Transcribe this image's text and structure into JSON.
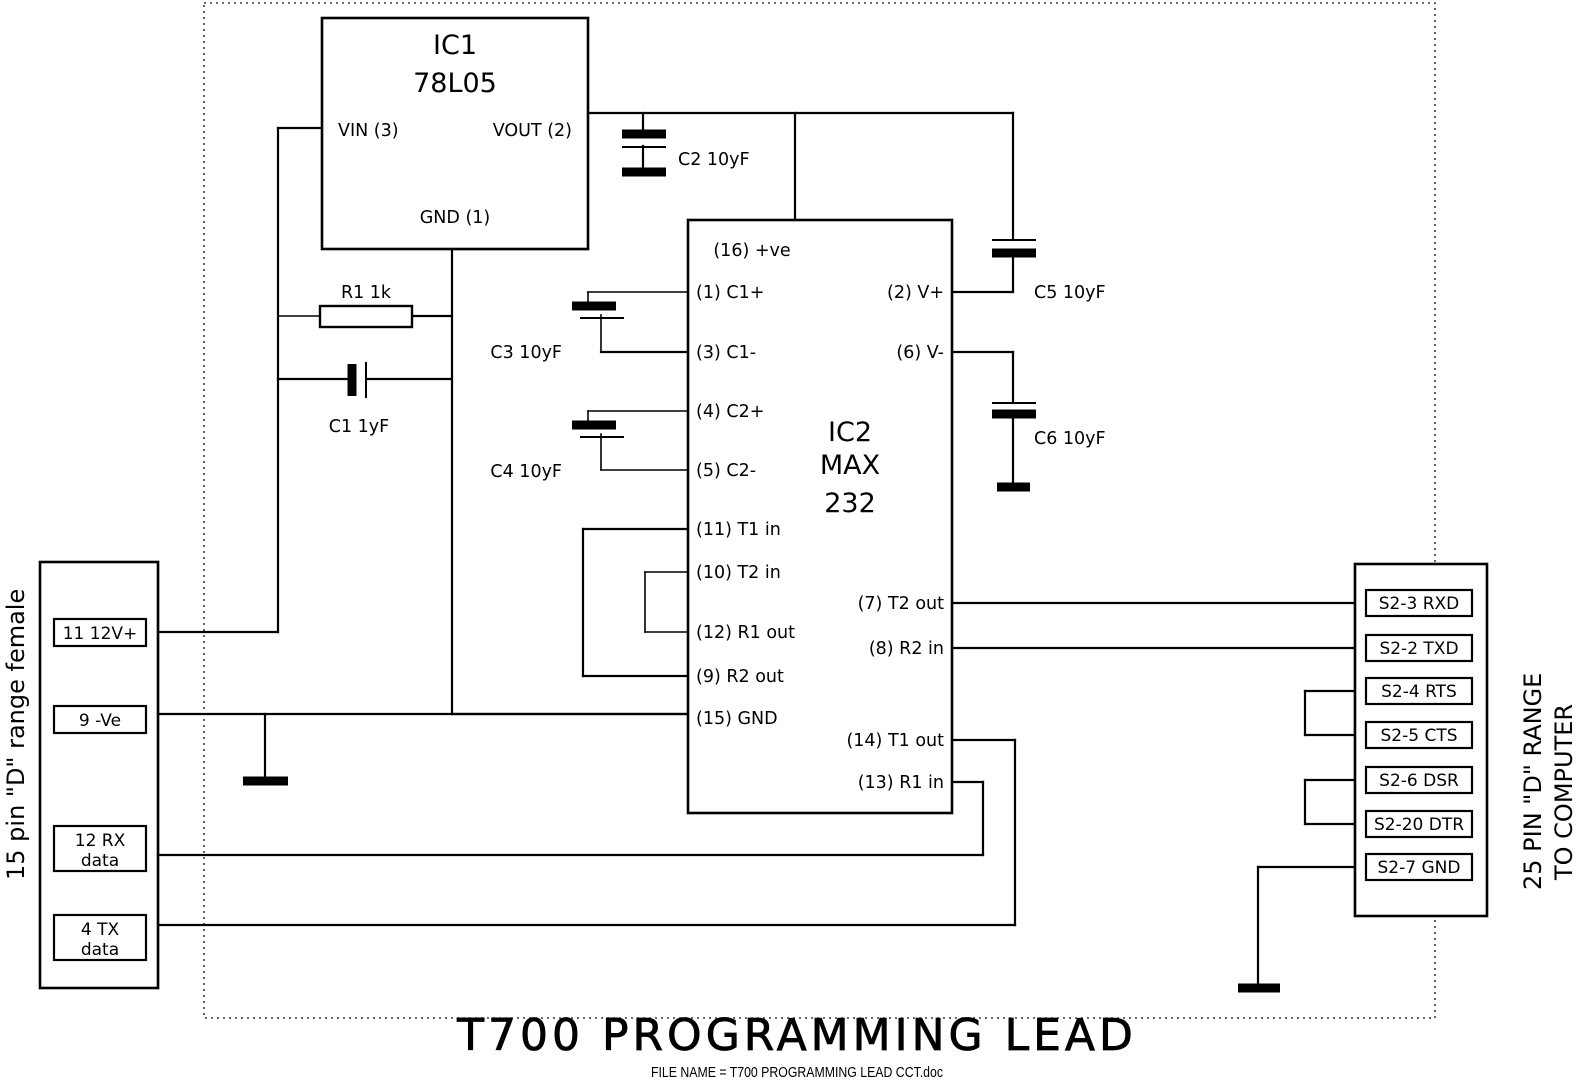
{
  "title": {
    "main": "T700 PROGRAMMING LEAD",
    "file_name": "FILE NAME = T700 PROGRAMMING LEAD CCT.doc"
  },
  "ic1": {
    "name": "IC1",
    "part": "78L05",
    "pins": {
      "vin": "VIN (3)",
      "vout": "VOUT (2)",
      "gnd": "GND (1)"
    }
  },
  "ic2": {
    "name": "IC2",
    "part_line1": "MAX",
    "part_line2": "232",
    "pins": {
      "p16": "(16)   +ve",
      "p1": "(1)    C1+",
      "p3": "(3)    C1-",
      "p4": "(4)    C2+",
      "p5": "(5)    C2-",
      "p11": "(11)    T1 in",
      "p10": "(10)    T2 in",
      "p12": "(12)    R1 out",
      "p9": "(9)     R2 out",
      "p15": "(15)    GND",
      "p2": "(2)    V+",
      "p6": "(6)    V-",
      "p7": "(7)    T2 out",
      "p8": "(8)  R2 in",
      "p14": "(14)   T1 out",
      "p13": "(13)   R1 in"
    }
  },
  "components": {
    "r1": "R1    1k",
    "c1": "C1    1yF",
    "c2": "C2    10yF",
    "c3": "C3   10yF",
    "c4": "C4    10yF",
    "c5": "C5    10yF",
    "c6": "C6    10yF"
  },
  "left_connector": {
    "label": "15 pin \"D\" range female",
    "pins": [
      {
        "line1": "11    12V+",
        "line2": ""
      },
      {
        "line1": "9    -Ve",
        "line2": ""
      },
      {
        "line1": "12    RX",
        "line2": "data"
      },
      {
        "line1": "4    TX",
        "line2": "data"
      }
    ]
  },
  "right_connector": {
    "label_line1": "25 PIN \"D\" RANGE",
    "label_line2": "TO COMPUTER",
    "pins": [
      "S2-3 RXD",
      "S2-2 TXD",
      "S2-4 RTS",
      "S2-5 CTS",
      "S2-6 DSR",
      "S2-20 DTR",
      "S2-7 GND"
    ]
  },
  "colors": {
    "wire": "#000000",
    "background": "#ffffff",
    "border": "#3a3a3a"
  }
}
